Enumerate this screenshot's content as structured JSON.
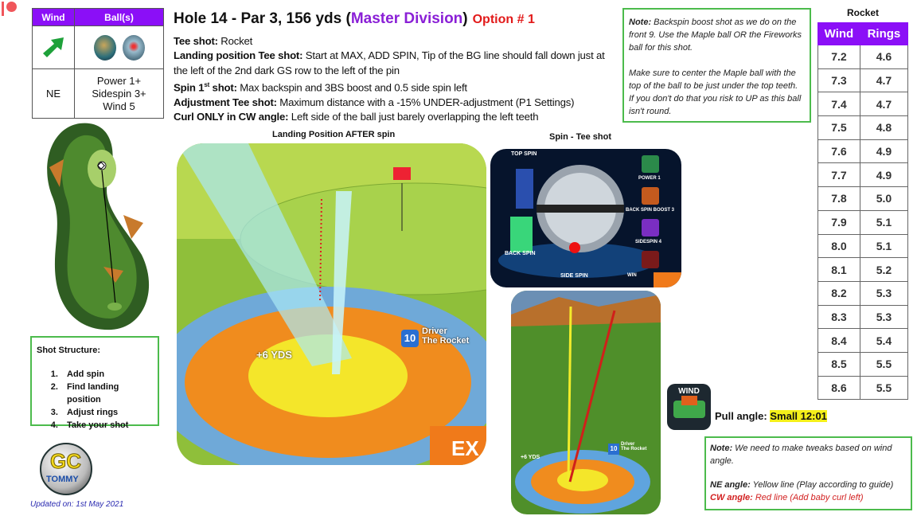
{
  "wind_ball_table": {
    "headers": [
      "Wind",
      "Ball(s)"
    ],
    "wind_icon": "green-arrow-northeast-icon",
    "balls": [
      "maple-ball-icon",
      "fireworks-ball-icon"
    ],
    "wind_direction": "NE",
    "ball_stats": [
      "Power 1+",
      "Sidespin 3+",
      "Wind 5"
    ]
  },
  "title": {
    "main": "Hole 14 - Par 3, 156 yds (",
    "division": "Master Division",
    "close": ")",
    "option": "Option # 1"
  },
  "instructions": [
    {
      "label": "Tee shot:",
      "text": " Rocket"
    },
    {
      "label": "Landing position Tee shot:",
      "text": " Start at MAX, ADD SPIN, Tip of the BG line should fall down just at the left of the 2nd dark GS row to the left of the pin"
    },
    {
      "label": "Spin 1",
      "sup": "st",
      "label2": " shot:",
      "text": " Max backspin and 3BS boost and 0.5 side spin left"
    },
    {
      "label": "Adjustment Tee shot:",
      "text": " Maximum distance with a -15% UNDER-adjustment (P1 Settings)"
    },
    {
      "label": "Curl ONLY in CW angle:",
      "text": " Left side of the ball just barely overlapping the left teeth"
    }
  ],
  "note_top": {
    "label": "Note:",
    "text1": " Backspin boost shot as we do on the front 9. Use the Maple ball OR the Fireworks ball for this shot.",
    "text2": "Make sure to center the Maple ball with the top of the ball to be just under the top teeth. If you don't do that you risk to UP as this ball isn't round."
  },
  "rocket_table": {
    "title": "Rocket",
    "headers": [
      "Wind",
      "Rings"
    ],
    "rows": [
      [
        "7.2",
        "4.6"
      ],
      [
        "7.3",
        "4.7"
      ],
      [
        "7.4",
        "4.7"
      ],
      [
        "7.5",
        "4.8"
      ],
      [
        "7.6",
        "4.9"
      ],
      [
        "7.7",
        "4.9"
      ],
      [
        "7.8",
        "5.0"
      ],
      [
        "7.9",
        "5.1"
      ],
      [
        "8.0",
        "5.1"
      ],
      [
        "8.1",
        "5.2"
      ],
      [
        "8.2",
        "5.3"
      ],
      [
        "8.3",
        "5.3"
      ],
      [
        "8.4",
        "5.4"
      ],
      [
        "8.5",
        "5.5"
      ],
      [
        "8.6",
        "5.5"
      ]
    ]
  },
  "shot_structure": {
    "title": "Shot Structure:",
    "steps": [
      "Add spin",
      "Find landing position",
      "Adjust rings",
      "Take your shot"
    ]
  },
  "logo": {
    "line1": "GC",
    "line2": "TOMMY"
  },
  "updated": "Updated on: 1st May 2021",
  "landing": {
    "label": "Landing Position AFTER spin",
    "yds": "+6 YDS",
    "club_level": "10",
    "club_type": "Driver",
    "club_name": "The Rocket"
  },
  "spin": {
    "label": "Spin - Tee shot",
    "top": "TOP SPIN",
    "back": "BACK SPIN",
    "side": "SIDE SPIN",
    "power": "POWER 1",
    "bsb": "BACK SPIN BOOST 3",
    "sidespin": "SIDESPIN 4",
    "wind": "WIN"
  },
  "aim": {
    "yds": "+6 YDS",
    "club_level": "10",
    "club_type": "Driver",
    "club_name": "The Rocket"
  },
  "wind_icon_label": "WIND",
  "pull": {
    "label": "Pull angle:",
    "value": "Small 12:01"
  },
  "note_bottom": {
    "label": "Note:",
    "text": " We need to make tweaks based on wind angle.",
    "ne_label": "NE angle:",
    "ne_text": " Yellow line (Play according to guide)",
    "cw_label": "CW angle:",
    "cw_text": " Red line (Add baby curl left)"
  },
  "colors": {
    "purple": "#8b0ff7",
    "green_border": "#4cbb4c",
    "red": "#e21a1a",
    "highlight": "#f5f01a"
  }
}
